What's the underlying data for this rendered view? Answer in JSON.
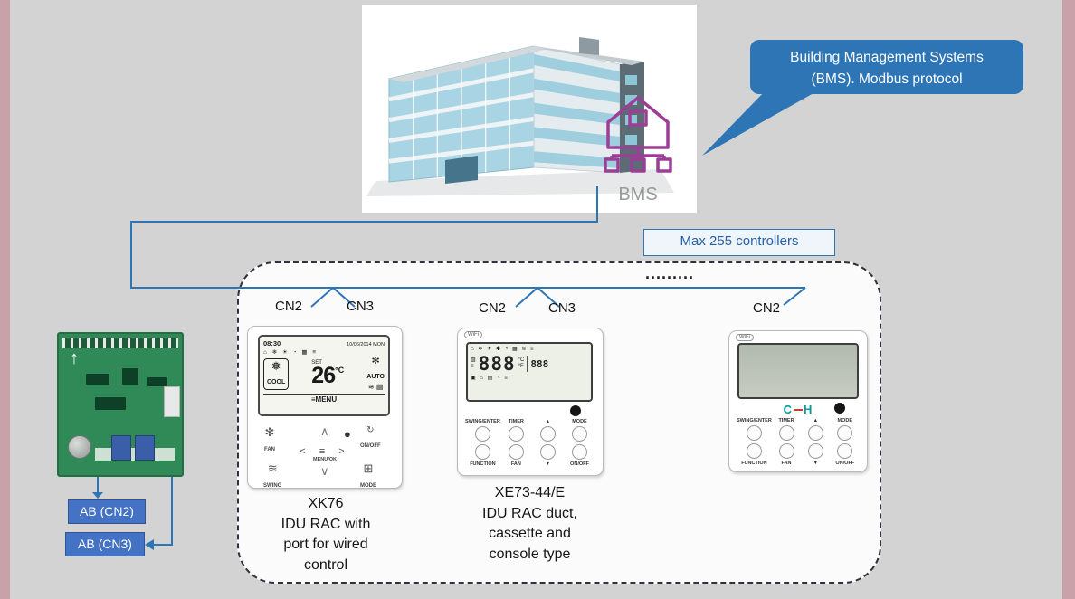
{
  "callout": {
    "line1": "Building Management Systems",
    "line2": "(BMS). Modbus protocol"
  },
  "bms_label": "BMS",
  "bus": {
    "max_label": "Max 255 controllers",
    "dots": "........."
  },
  "ab": {
    "cn2": "AB (CN2)",
    "cn3": "AB (CN3)"
  },
  "xk76": {
    "cn2": "CN2",
    "cn3": "CN3",
    "lcd": {
      "time": "08:30",
      "date": "10/06/2014 MON",
      "icons": "⌂ ❄ ☀ ◔ ▦ ≡",
      "set": "SET",
      "temp": "26",
      "unit": "°C",
      "snow": "❅",
      "cool": "COOL",
      "fan_icon": "✻",
      "auto": "AUTO",
      "swing_icons": "≋ ▤",
      "menu": "≡MENU"
    },
    "btn": {
      "fan_icon": "✻",
      "fan": "FAN",
      "up": "∧",
      "dot": "●",
      "power_icon": "↻",
      "onoff": "ON/OFF",
      "menu_glyphs": "< ≡ >",
      "menu_ok": "MENU/OK",
      "swing_icon": "≋",
      "swing": "SWING",
      "down": "∨",
      "mode_icon": "⊞",
      "mode": "MODE"
    },
    "caption": "XK76\nIDU RAC with\nport for wired\ncontrol"
  },
  "xe73": {
    "cn2": "CN2",
    "cn3": "CN3",
    "wifi": "WiFi",
    "lcd": {
      "icons_top": "⌂ ❄ ☀ ✱ ◔ ▦ ≋ ≡",
      "side_a": "▨",
      "side_b": "≡",
      "big": "888",
      "c": "°C",
      "f": "°F",
      "small": "888",
      "icons_bottom": "▣ ⌂ ▤ ◔ ≡"
    },
    "buttons": {
      "row1": [
        "SWING/ENTER",
        "TIMER",
        "▲",
        "MODE"
      ],
      "row2": [
        "FUNCTION",
        "FAN",
        "▼",
        "ON/OFF"
      ]
    },
    "caption": "XE73-44/E\nIDU RAC duct,\ncassette and\nconsole type"
  },
  "ctrl3": {
    "cn2": "CN2",
    "wifi": "WiFi",
    "logo_c": "C",
    "logo_h": "H",
    "buttons": {
      "row1": [
        "SWING/ENTER",
        "TIMER",
        "▲",
        "MODE"
      ],
      "row2": [
        "FUNCTION",
        "FAN",
        "▼",
        "ON/OFF"
      ]
    }
  }
}
